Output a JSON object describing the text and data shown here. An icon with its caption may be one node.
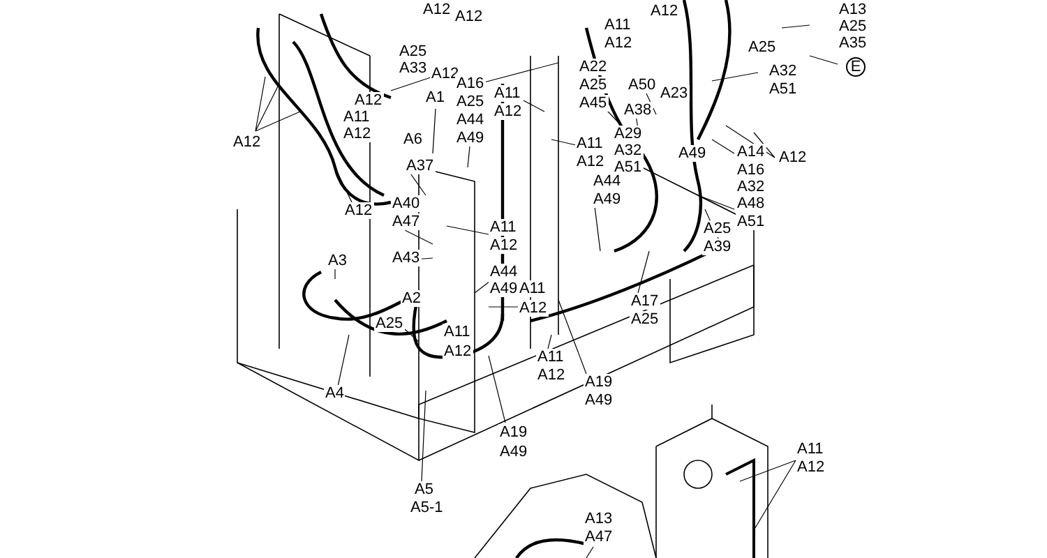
{
  "diagram": {
    "labels": [
      "A12",
      "A12",
      "A12",
      "A11",
      "A12",
      "A13",
      "A25",
      "A35",
      "E",
      "A25",
      "A25",
      "A33",
      "A12",
      "A1",
      "A16",
      "A25",
      "A44",
      "A49",
      "A22",
      "A25",
      "A45",
      "A11",
      "A12",
      "A12",
      "A11",
      "A12",
      "A6",
      "A12",
      "A32",
      "A51",
      "A50",
      "A23",
      "A38",
      "A29",
      "A32",
      "A51",
      "A11",
      "A12",
      "A14",
      "A12",
      "A16",
      "A32",
      "A48",
      "A51",
      "A37",
      "A44",
      "A49",
      "A49",
      "A12",
      "A40",
      "A47",
      "A11",
      "A12",
      "A25",
      "A39",
      "A43",
      "A3",
      "A44",
      "A49",
      "A11",
      "A12",
      "A2",
      "A17",
      "A25",
      "A25",
      "A11",
      "A12",
      "A11",
      "A12",
      "A19",
      "A49",
      "A4",
      "A19",
      "A49",
      "A5",
      "A5-1",
      "A11",
      "A12",
      "A13",
      "A47"
    ]
  }
}
